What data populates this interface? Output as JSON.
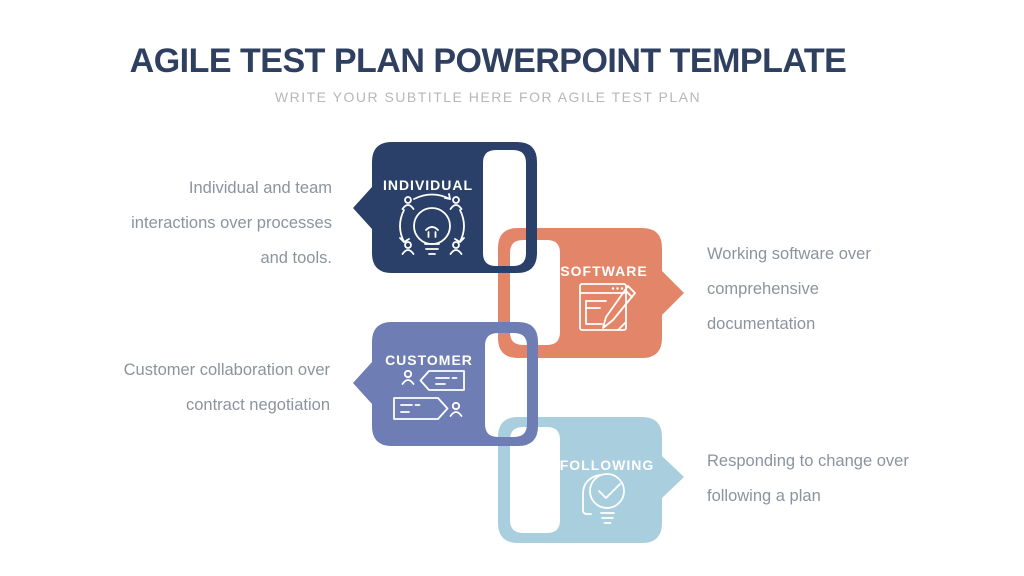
{
  "slide": {
    "title": "AGILE TEST PLAN POWERPOINT TEMPLATE",
    "subtitle": "WRITE YOUR SUBTITLE HERE FOR AGILE TEST PLAN"
  },
  "colors": {
    "background": "#ffffff",
    "title_text": "#2e3f5f",
    "subtitle_text": "#b5b7ba",
    "description_text": "#8d939d",
    "label_text": "#ffffff",
    "navy": "#2b4068",
    "coral": "#e28569",
    "periwinkle": "#6f7db5",
    "light_blue": "#a9cedd"
  },
  "items": [
    {
      "label": "INDIVIDUAL",
      "description": "Individual and team interactions over processes and tools.",
      "color": "#2b4068",
      "icon": "team-lightbulb-icon",
      "side": "left"
    },
    {
      "label": "SOFTWARE",
      "description": "Working software over comprehensive documentation",
      "color": "#e28569",
      "icon": "document-pencil-icon",
      "side": "right"
    },
    {
      "label": "CUSTOMER",
      "description": "Customer collaboration over contract negotiation",
      "color": "#6f7db5",
      "icon": "conversation-icon",
      "side": "left"
    },
    {
      "label": "FOLLOWING",
      "description": "Responding to change over following a plan",
      "color": "#a9cedd",
      "icon": "lightbulb-check-icon",
      "side": "right"
    }
  ]
}
